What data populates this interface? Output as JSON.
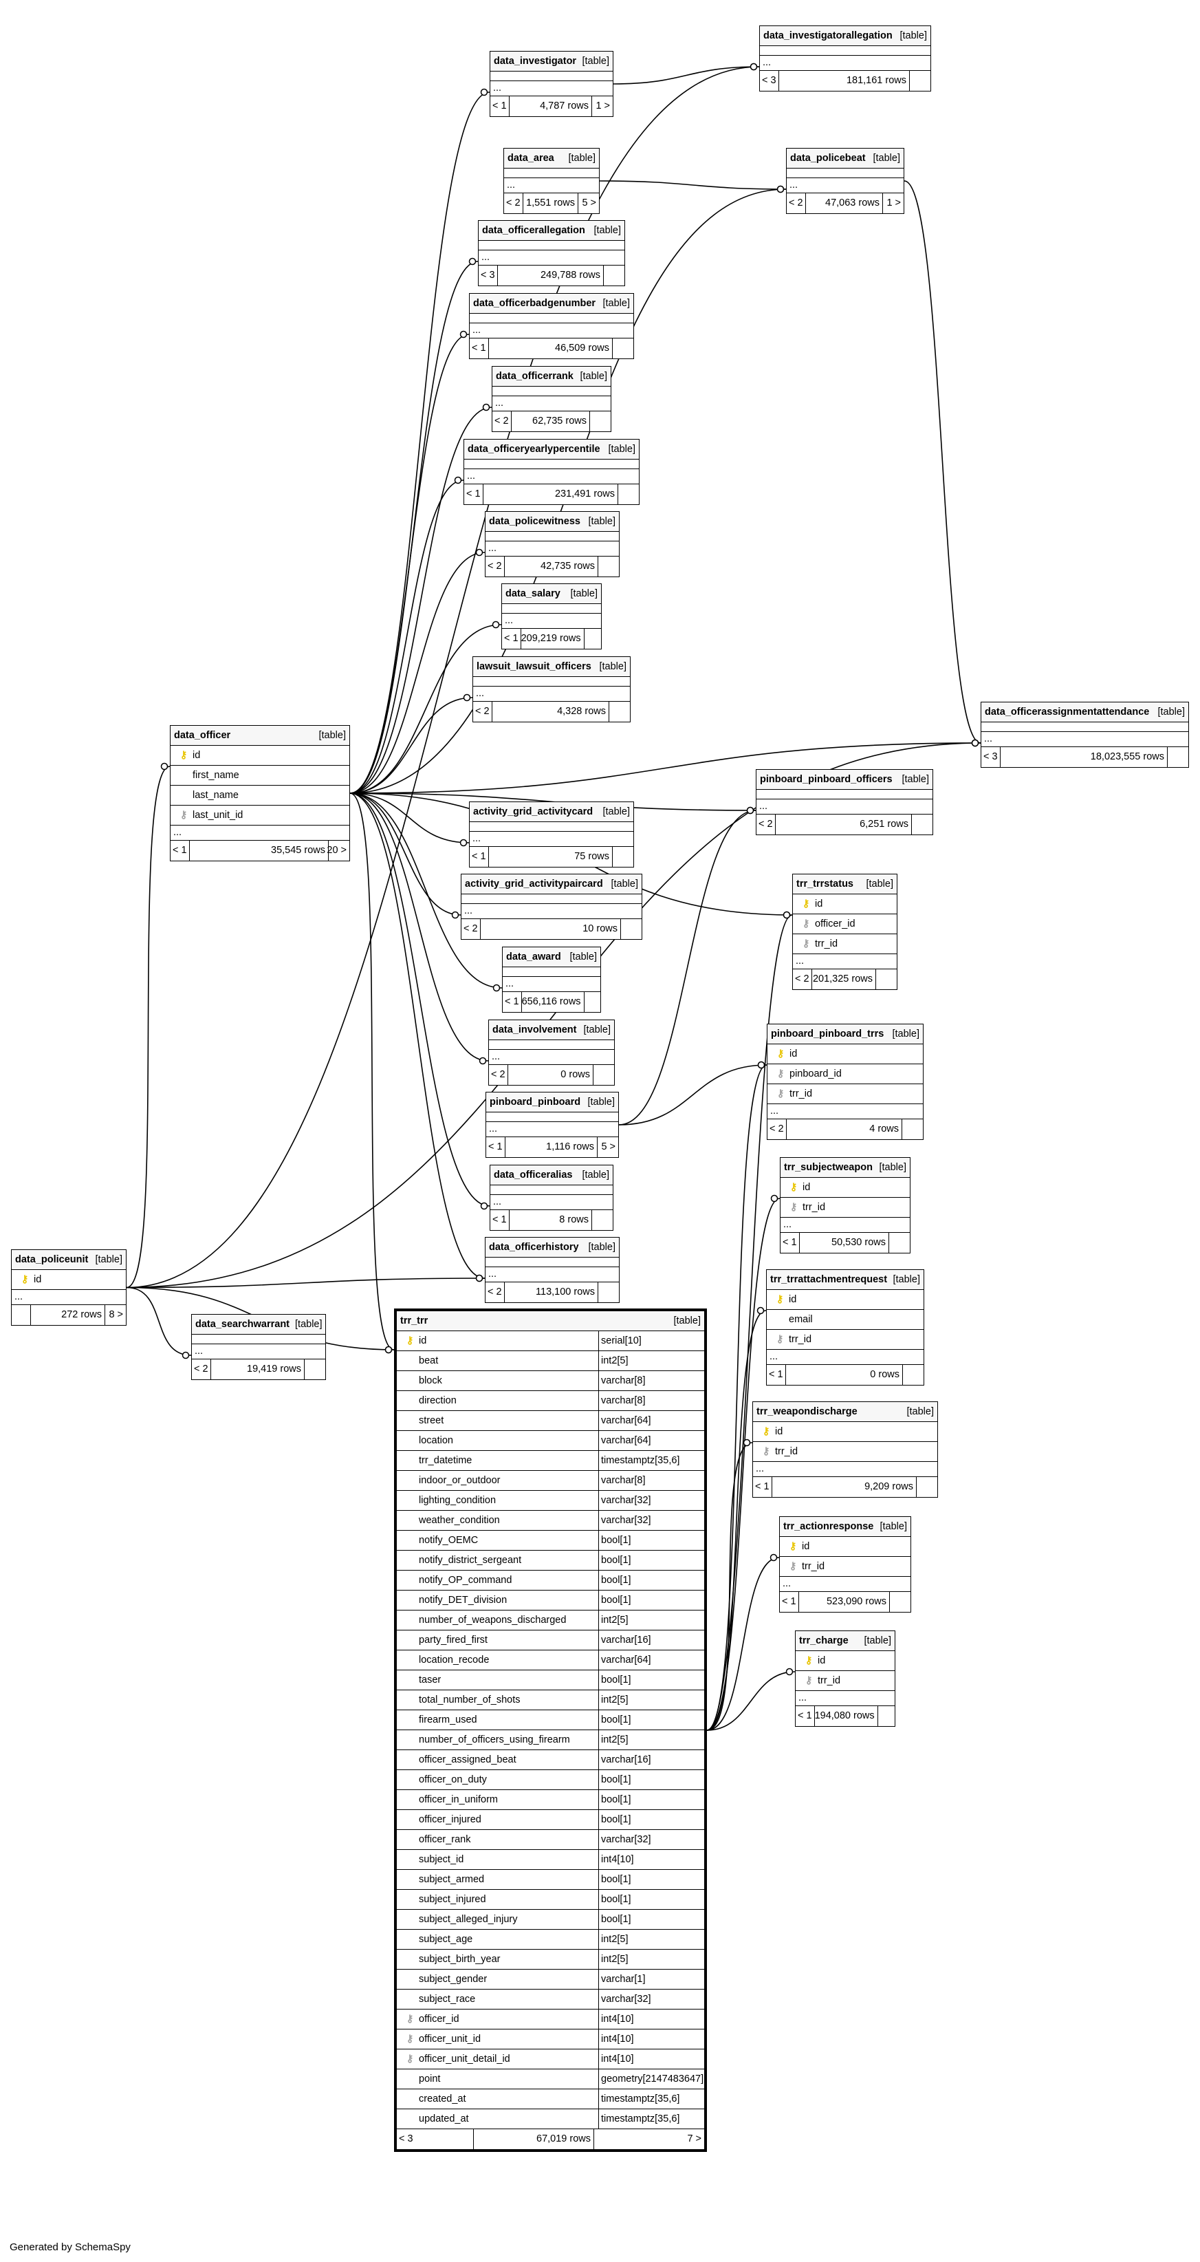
{
  "footer": "Generated by SchemaSpy",
  "tables": {
    "data_investigator": {
      "name": "data_investigator",
      "kind": "[table]",
      "cols": [],
      "ellipsis": "...",
      "foot": [
        "< 1",
        "4,787 rows",
        "1 >"
      ]
    },
    "data_investigatorallegation": {
      "name": "data_investigatorallegation",
      "kind": "[table]",
      "cols": [],
      "ellipsis": "...",
      "foot": [
        "< 3",
        "181,161 rows",
        ""
      ]
    },
    "data_area": {
      "name": "data_area",
      "kind": "[table]",
      "cols": [],
      "ellipsis": "...",
      "foot": [
        "< 2",
        "1,551 rows",
        "5 >"
      ]
    },
    "data_policebeat": {
      "name": "data_policebeat",
      "kind": "[table]",
      "cols": [],
      "ellipsis": "...",
      "foot": [
        "< 2",
        "47,063 rows",
        "1 >"
      ]
    },
    "data_officerallegation": {
      "name": "data_officerallegation",
      "kind": "[table]",
      "cols": [],
      "ellipsis": "...",
      "foot": [
        "< 3",
        "249,788 rows",
        ""
      ]
    },
    "data_officerbadgenumber": {
      "name": "data_officerbadgenumber",
      "kind": "[table]",
      "cols": [],
      "ellipsis": "...",
      "foot": [
        "< 1",
        "46,509 rows",
        ""
      ]
    },
    "data_officerrank": {
      "name": "data_officerrank",
      "kind": "[table]",
      "cols": [],
      "ellipsis": "...",
      "foot": [
        "< 2",
        "62,735 rows",
        ""
      ]
    },
    "data_officeryearlypercentile": {
      "name": "data_officeryearlypercentile",
      "kind": "[table]",
      "cols": [],
      "ellipsis": "...",
      "foot": [
        "< 1",
        "231,491 rows",
        ""
      ]
    },
    "data_policewitness": {
      "name": "data_policewitness",
      "kind": "[table]",
      "cols": [],
      "ellipsis": "...",
      "foot": [
        "< 2",
        "42,735 rows",
        ""
      ]
    },
    "data_salary": {
      "name": "data_salary",
      "kind": "[table]",
      "cols": [],
      "ellipsis": "...",
      "foot": [
        "< 1",
        "209,219 rows",
        ""
      ]
    },
    "lawsuit_lawsuit_officers": {
      "name": "lawsuit_lawsuit_officers",
      "kind": "[table]",
      "cols": [],
      "ellipsis": "...",
      "foot": [
        "< 2",
        "4,328 rows",
        ""
      ]
    },
    "data_officer": {
      "name": "data_officer",
      "kind": "[table]",
      "ellipsis": "...",
      "cols": [
        {
          "key": "pk",
          "name": "id"
        },
        {
          "key": "",
          "name": "first_name"
        },
        {
          "key": "",
          "name": "last_name"
        },
        {
          "key": "fk",
          "name": "last_unit_id"
        }
      ],
      "foot": [
        "< 1",
        "35,545 rows",
        "20 >"
      ]
    },
    "data_officerassignmentattendance": {
      "name": "data_officerassignmentattendance",
      "kind": "[table]",
      "cols": [],
      "ellipsis": "...",
      "foot": [
        "< 3",
        "18,023,555 rows",
        ""
      ]
    },
    "pinboard_pinboard_officers": {
      "name": "pinboard_pinboard_officers",
      "kind": "[table]",
      "cols": [],
      "ellipsis": "...",
      "foot": [
        "< 2",
        "6,251 rows",
        ""
      ]
    },
    "activity_grid_activitycard": {
      "name": "activity_grid_activitycard",
      "kind": "[table]",
      "cols": [],
      "ellipsis": "...",
      "foot": [
        "< 1",
        "75 rows",
        ""
      ]
    },
    "trr_trrstatus": {
      "name": "trr_trrstatus",
      "kind": "[table]",
      "ellipsis": "...",
      "cols": [
        {
          "key": "pk",
          "name": "id"
        },
        {
          "key": "fk",
          "name": "officer_id"
        },
        {
          "key": "fk",
          "name": "trr_id"
        }
      ],
      "foot": [
        "< 2",
        "201,325 rows",
        ""
      ]
    },
    "activity_grid_activitypaircard": {
      "name": "activity_grid_activitypaircard",
      "kind": "[table]",
      "cols": [],
      "ellipsis": "...",
      "foot": [
        "< 2",
        "10 rows",
        ""
      ]
    },
    "data_award": {
      "name": "data_award",
      "kind": "[table]",
      "cols": [],
      "ellipsis": "...",
      "foot": [
        "< 1",
        "656,116 rows",
        ""
      ]
    },
    "pinboard_pinboard_trrs": {
      "name": "pinboard_pinboard_trrs",
      "kind": "[table]",
      "ellipsis": "...",
      "cols": [
        {
          "key": "pk",
          "name": "id"
        },
        {
          "key": "fk",
          "name": "pinboard_id"
        },
        {
          "key": "fk",
          "name": "trr_id"
        }
      ],
      "foot": [
        "< 2",
        "4 rows",
        ""
      ]
    },
    "data_involvement": {
      "name": "data_involvement",
      "kind": "[table]",
      "cols": [],
      "ellipsis": "...",
      "foot": [
        "< 2",
        "0 rows",
        ""
      ]
    },
    "pinboard_pinboard": {
      "name": "pinboard_pinboard",
      "kind": "[table]",
      "cols": [],
      "ellipsis": "...",
      "foot": [
        "< 1",
        "1,116 rows",
        "5 >"
      ]
    },
    "trr_subjectweapon": {
      "name": "trr_subjectweapon",
      "kind": "[table]",
      "ellipsis": "...",
      "cols": [
        {
          "key": "pk",
          "name": "id"
        },
        {
          "key": "fk",
          "name": "trr_id"
        }
      ],
      "foot": [
        "< 1",
        "50,530 rows",
        ""
      ]
    },
    "data_officeralias": {
      "name": "data_officeralias",
      "kind": "[table]",
      "cols": [],
      "ellipsis": "...",
      "foot": [
        "< 1",
        "8 rows",
        ""
      ]
    },
    "data_officerhistory": {
      "name": "data_officerhistory",
      "kind": "[table]",
      "cols": [],
      "ellipsis": "...",
      "foot": [
        "< 2",
        "113,100 rows",
        ""
      ]
    },
    "trr_trrattachmentrequest": {
      "name": "trr_trrattachmentrequest",
      "kind": "[table]",
      "ellipsis": "...",
      "cols": [
        {
          "key": "pk",
          "name": "id"
        },
        {
          "key": "",
          "name": "email"
        },
        {
          "key": "fk",
          "name": "trr_id"
        }
      ],
      "foot": [
        "< 1",
        "0 rows",
        ""
      ]
    },
    "data_policeunit": {
      "name": "data_policeunit",
      "kind": "[table]",
      "ellipsis": "...",
      "cols": [
        {
          "key": "pk",
          "name": "id"
        }
      ],
      "foot": [
        "",
        "272 rows",
        "8 >"
      ]
    },
    "data_searchwarrant": {
      "name": "data_searchwarrant",
      "kind": "[table]",
      "cols": [],
      "ellipsis": "...",
      "foot": [
        "< 2",
        "19,419 rows",
        ""
      ]
    },
    "trr_weapondischarge": {
      "name": "trr_weapondischarge",
      "kind": "[table]",
      "ellipsis": "...",
      "cols": [
        {
          "key": "pk",
          "name": "id"
        },
        {
          "key": "fk",
          "name": "trr_id"
        }
      ],
      "foot": [
        "< 1",
        "9,209 rows",
        ""
      ]
    },
    "trr_actionresponse": {
      "name": "trr_actionresponse",
      "kind": "[table]",
      "ellipsis": "...",
      "cols": [
        {
          "key": "pk",
          "name": "id"
        },
        {
          "key": "fk",
          "name": "trr_id"
        }
      ],
      "foot": [
        "< 1",
        "523,090 rows",
        ""
      ]
    },
    "trr_charge": {
      "name": "trr_charge",
      "kind": "[table]",
      "ellipsis": "...",
      "cols": [
        {
          "key": "pk",
          "name": "id"
        },
        {
          "key": "fk",
          "name": "trr_id"
        }
      ],
      "foot": [
        "< 1",
        "194,080 rows",
        ""
      ]
    },
    "trr_trr": {
      "name": "trr_trr",
      "kind": "[table]",
      "cols": [
        {
          "key": "pk",
          "name": "id",
          "type": "serial[10]"
        },
        {
          "key": "",
          "name": "beat",
          "type": "int2[5]"
        },
        {
          "key": "",
          "name": "block",
          "type": "varchar[8]"
        },
        {
          "key": "",
          "name": "direction",
          "type": "varchar[8]"
        },
        {
          "key": "",
          "name": "street",
          "type": "varchar[64]"
        },
        {
          "key": "",
          "name": "location",
          "type": "varchar[64]"
        },
        {
          "key": "",
          "name": "trr_datetime",
          "type": "timestamptz[35,6]"
        },
        {
          "key": "",
          "name": "indoor_or_outdoor",
          "type": "varchar[8]"
        },
        {
          "key": "",
          "name": "lighting_condition",
          "type": "varchar[32]"
        },
        {
          "key": "",
          "name": "weather_condition",
          "type": "varchar[32]"
        },
        {
          "key": "",
          "name": "notify_OEMC",
          "type": "bool[1]"
        },
        {
          "key": "",
          "name": "notify_district_sergeant",
          "type": "bool[1]"
        },
        {
          "key": "",
          "name": "notify_OP_command",
          "type": "bool[1]"
        },
        {
          "key": "",
          "name": "notify_DET_division",
          "type": "bool[1]"
        },
        {
          "key": "",
          "name": "number_of_weapons_discharged",
          "type": "int2[5]"
        },
        {
          "key": "",
          "name": "party_fired_first",
          "type": "varchar[16]"
        },
        {
          "key": "",
          "name": "location_recode",
          "type": "varchar[64]"
        },
        {
          "key": "",
          "name": "taser",
          "type": "bool[1]"
        },
        {
          "key": "",
          "name": "total_number_of_shots",
          "type": "int2[5]"
        },
        {
          "key": "",
          "name": "firearm_used",
          "type": "bool[1]"
        },
        {
          "key": "",
          "name": "number_of_officers_using_firearm",
          "type": "int2[5]"
        },
        {
          "key": "",
          "name": "officer_assigned_beat",
          "type": "varchar[16]"
        },
        {
          "key": "",
          "name": "officer_on_duty",
          "type": "bool[1]"
        },
        {
          "key": "",
          "name": "officer_in_uniform",
          "type": "bool[1]"
        },
        {
          "key": "",
          "name": "officer_injured",
          "type": "bool[1]"
        },
        {
          "key": "",
          "name": "officer_rank",
          "type": "varchar[32]"
        },
        {
          "key": "",
          "name": "subject_id",
          "type": "int4[10]"
        },
        {
          "key": "",
          "name": "subject_armed",
          "type": "bool[1]"
        },
        {
          "key": "",
          "name": "subject_injured",
          "type": "bool[1]"
        },
        {
          "key": "",
          "name": "subject_alleged_injury",
          "type": "bool[1]"
        },
        {
          "key": "",
          "name": "subject_age",
          "type": "int2[5]"
        },
        {
          "key": "",
          "name": "subject_birth_year",
          "type": "int2[5]"
        },
        {
          "key": "",
          "name": "subject_gender",
          "type": "varchar[1]"
        },
        {
          "key": "",
          "name": "subject_race",
          "type": "varchar[32]"
        },
        {
          "key": "fk",
          "name": "officer_id",
          "type": "int4[10]"
        },
        {
          "key": "fk",
          "name": "officer_unit_id",
          "type": "int4[10]"
        },
        {
          "key": "fk",
          "name": "officer_unit_detail_id",
          "type": "int4[10]"
        },
        {
          "key": "",
          "name": "point",
          "type": "geometry[2147483647]"
        },
        {
          "key": "",
          "name": "created_at",
          "type": "timestamptz[35,6]"
        },
        {
          "key": "",
          "name": "updated_at",
          "type": "timestamptz[35,6]"
        }
      ],
      "foot": [
        "< 3",
        "67,019 rows",
        "7 >"
      ]
    }
  },
  "relationships": [
    {
      "from": "data_officer",
      "to": "data_investigator"
    },
    {
      "from": "data_officer",
      "to": "data_officerallegation"
    },
    {
      "from": "data_officer",
      "to": "data_officerbadgenumber"
    },
    {
      "from": "data_officer",
      "to": "data_officerrank"
    },
    {
      "from": "data_officer",
      "to": "data_officeryearlypercentile"
    },
    {
      "from": "data_officer",
      "to": "data_policewitness"
    },
    {
      "from": "data_officer",
      "to": "data_salary"
    },
    {
      "from": "data_officer",
      "to": "lawsuit_lawsuit_officers"
    },
    {
      "from": "data_officer",
      "to": "activity_grid_activitycard"
    },
    {
      "from": "data_officer",
      "to": "activity_grid_activitypaircard"
    },
    {
      "from": "data_officer",
      "to": "data_award"
    },
    {
      "from": "data_officer",
      "to": "data_involvement"
    },
    {
      "from": "data_officer",
      "to": "data_officeralias"
    },
    {
      "from": "data_officer",
      "to": "data_officerhistory"
    },
    {
      "from": "data_officer",
      "to": "data_officerassignmentattendance"
    },
    {
      "from": "data_officer",
      "to": "pinboard_pinboard_officers"
    },
    {
      "from": "data_officer",
      "to": "trr_trrstatus"
    },
    {
      "from": "data_officer",
      "to": "trr_trr"
    },
    {
      "from": "data_officer",
      "to": "data_policebeat"
    },
    {
      "from": "data_investigator",
      "to": "data_investigatorallegation"
    },
    {
      "from": "data_area",
      "to": "data_policebeat"
    },
    {
      "from": "data_policebeat",
      "to": "data_officerassignmentattendance"
    },
    {
      "from": "data_policeunit",
      "to": "data_officer"
    },
    {
      "from": "data_policeunit",
      "to": "data_searchwarrant"
    },
    {
      "from": "data_policeunit",
      "to": "data_officerhistory"
    },
    {
      "from": "data_policeunit",
      "to": "trr_trr"
    },
    {
      "from": "data_policeunit",
      "to": "data_officerassignmentattendance"
    },
    {
      "from": "data_policeunit",
      "to": "data_investigatorallegation"
    },
    {
      "from": "pinboard_pinboard",
      "to": "pinboard_pinboard_officers"
    },
    {
      "from": "pinboard_pinboard",
      "to": "pinboard_pinboard_trrs"
    },
    {
      "from": "trr_trr",
      "to": "trr_trrstatus"
    },
    {
      "from": "trr_trr",
      "to": "pinboard_pinboard_trrs"
    },
    {
      "from": "trr_trr",
      "to": "trr_subjectweapon"
    },
    {
      "from": "trr_trr",
      "to": "trr_trrattachmentrequest"
    },
    {
      "from": "trr_trr",
      "to": "trr_weapondischarge"
    },
    {
      "from": "trr_trr",
      "to": "trr_actionresponse"
    },
    {
      "from": "trr_trr",
      "to": "trr_charge"
    }
  ]
}
